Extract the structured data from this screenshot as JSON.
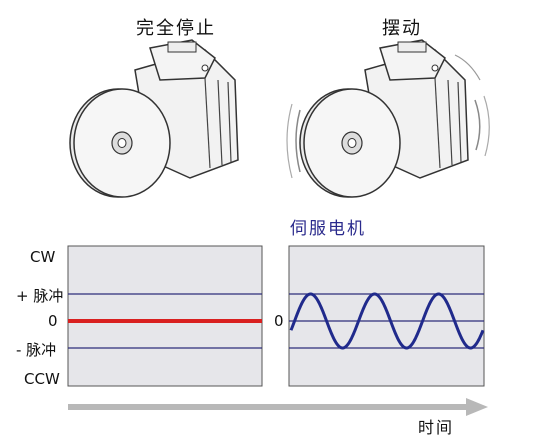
{
  "motor_captions": {
    "left": "完全停止",
    "right": "摆动"
  },
  "servo_title": "伺服电机",
  "y_axis_labels": {
    "cw": "CW",
    "plus_pulse": "+ 脉冲",
    "zero": "0",
    "minus_pulse": "- 脉冲",
    "ccw": "CCW"
  },
  "right_zero_label": "0",
  "time_label": "时间",
  "colors": {
    "panel_fill": "#e6e6ea",
    "panel_border": "#555555",
    "grid_line": "#2d2d7a",
    "stopped_line": "#d92020",
    "wave_line": "#202a8c",
    "arrow": "#b8b8b8"
  },
  "chart_data": [
    {
      "type": "line",
      "series": [
        {
          "values": [
            0,
            0
          ]
        }
      ],
      "ylim": [
        -1,
        1
      ]
    },
    {
      "type": "line",
      "series": [
        {
          "cycles": 3,
          "amplitude": 1
        }
      ],
      "ylim": [
        -1,
        1
      ]
    }
  ]
}
